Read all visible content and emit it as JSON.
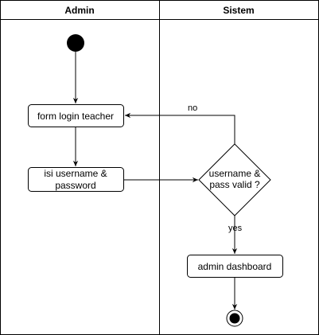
{
  "lanes": [
    {
      "id": "admin",
      "label": "Admin"
    },
    {
      "id": "sistem",
      "label": "Sistem"
    }
  ],
  "nodes": {
    "start": {
      "type": "initial"
    },
    "form_login": {
      "type": "action",
      "lines": [
        "form login teacher"
      ]
    },
    "isi_username": {
      "type": "action",
      "lines": [
        "isi username &",
        "password"
      ]
    },
    "decision": {
      "type": "decision",
      "lines": [
        "username &",
        "pass valid ?"
      ]
    },
    "admin_dashboard": {
      "type": "action",
      "lines": [
        "admin dashboard"
      ]
    },
    "end": {
      "type": "final"
    }
  },
  "edges": [
    {
      "from": "start",
      "to": "form_login",
      "label": ""
    },
    {
      "from": "form_login",
      "to": "isi_username",
      "label": ""
    },
    {
      "from": "isi_username",
      "to": "decision",
      "label": ""
    },
    {
      "from": "decision",
      "to": "form_login",
      "label": "no"
    },
    {
      "from": "decision",
      "to": "admin_dashboard",
      "label": "yes"
    },
    {
      "from": "admin_dashboard",
      "to": "end",
      "label": ""
    }
  ],
  "colors": {
    "stroke": "#000000",
    "fill": "#ffffff",
    "text": "#000000"
  }
}
